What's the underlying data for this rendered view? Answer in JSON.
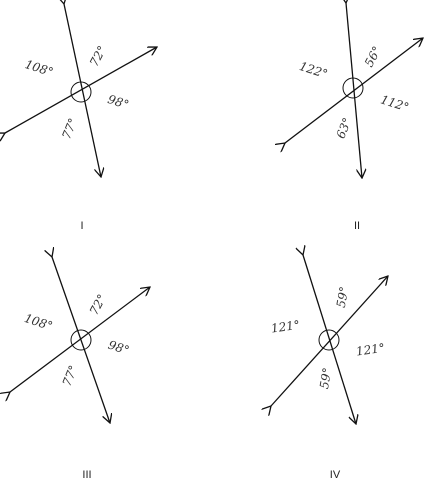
{
  "figures": [
    {
      "caption": "I",
      "angles": [
        "108°",
        "72°",
        "98°",
        "77°"
      ]
    },
    {
      "caption": "II",
      "angles": [
        "122°",
        "56°",
        "112°",
        "63°"
      ]
    },
    {
      "caption": "III",
      "angles": [
        "108°",
        "72°",
        "98°",
        "77°"
      ]
    },
    {
      "caption": "IV",
      "angles": [
        "121°",
        "59°",
        "121°",
        "59°"
      ]
    }
  ]
}
